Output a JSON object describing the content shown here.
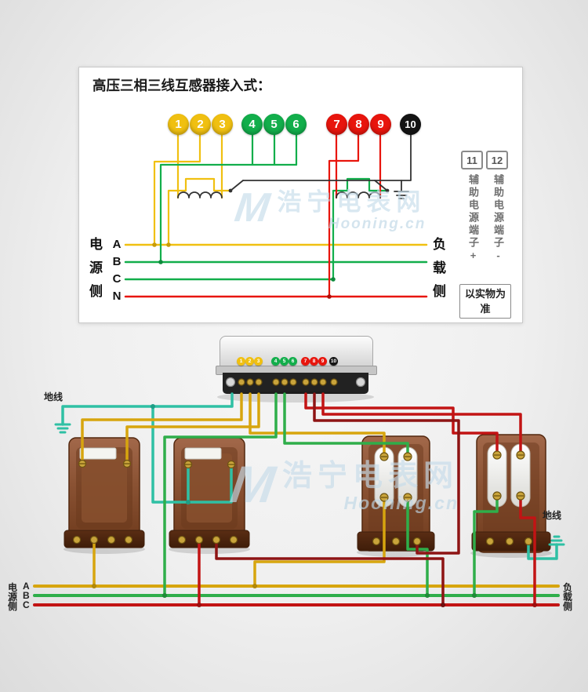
{
  "panel": {
    "title": "高压三相三线互感器接入式：",
    "terminals": [
      {
        "label": "1",
        "color": "#f0c011"
      },
      {
        "label": "2",
        "color": "#f0c011"
      },
      {
        "label": "3",
        "color": "#f0c011"
      },
      {
        "label": "4",
        "color": "#12ae4b"
      },
      {
        "label": "5",
        "color": "#12ae4b"
      },
      {
        "label": "6",
        "color": "#12ae4b"
      },
      {
        "label": "7",
        "color": "#e8150d"
      },
      {
        "label": "8",
        "color": "#e8150d"
      },
      {
        "label": "9",
        "color": "#e8150d"
      },
      {
        "label": "10",
        "color": "#141414"
      }
    ],
    "phase_labels": [
      "A",
      "B",
      "C",
      "N"
    ],
    "source_side": "电源侧",
    "load_side": "负载侧",
    "aux": {
      "box1": "11",
      "box2": "12",
      "label1": "辅助电源端子+",
      "label2": "辅助电源端子-"
    },
    "note": "以实物为准"
  },
  "bottom": {
    "ground_left": "地线",
    "ground_right": "地线",
    "source_rows": [
      {
        "side": "电",
        "phase": "A"
      },
      {
        "side": "源",
        "phase": "B"
      },
      {
        "side": "侧",
        "phase": "C"
      }
    ],
    "load_rows": [
      "负",
      "载",
      "侧"
    ]
  },
  "watermark": {
    "logo": "M",
    "brand": "浩宁电表网",
    "site": "Hooning.cn"
  },
  "colors": {
    "phase_a_yellow": "#f0c011",
    "phase_b_green": "#12ae4b",
    "phase_c_red": "#e8150d",
    "terminal_black": "#141414",
    "ground_teal": "#2fc0a4",
    "wire_yellow": "#d7a50e",
    "wire_green": "#2fae4a",
    "wire_red": "#c21414",
    "wire_dark_red": "#8e1414"
  }
}
